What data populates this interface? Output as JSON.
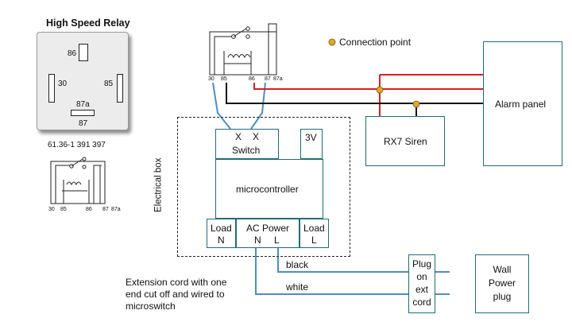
{
  "relay_card": {
    "title": "High Speed Relay",
    "pins": [
      "86",
      "30",
      "85",
      "87a",
      "87"
    ],
    "part_number": "61.36-1 391 397"
  },
  "small_schematic": {
    "pin_labels": [
      "30",
      "85",
      "86",
      "87",
      "87a"
    ]
  },
  "top_schematic": {
    "pin_labels": [
      "30",
      "85",
      "86",
      "87",
      "87a"
    ]
  },
  "legend": {
    "text": "Connection point",
    "dot_color": "#e0a72a"
  },
  "alarm_panel": {
    "label": "Alarm panel"
  },
  "siren": {
    "label": "RX7 Siren"
  },
  "electrical_box": {
    "label": "Electrical box"
  },
  "switch_block": {
    "x1": "X",
    "x2": "X",
    "label": "Switch"
  },
  "battery": {
    "label": "3V"
  },
  "microcontroller": {
    "label": "microcontroller"
  },
  "load_left": {
    "line1": "Load",
    "line2": "N"
  },
  "ac_power": {
    "line1": "AC Power",
    "n": "N",
    "l": "L"
  },
  "load_right": {
    "line1": "Load",
    "line2": "L"
  },
  "wires": {
    "black": "black",
    "white": "white"
  },
  "plug_ext": {
    "lines": [
      "Plug",
      "on",
      "ext",
      "cord"
    ]
  },
  "wall_plug": {
    "lines": [
      "Wall",
      "Power",
      "plug"
    ]
  },
  "note": {
    "lines": [
      "Extension cord with one",
      "end cut off and wired to",
      "microswitch"
    ]
  },
  "colors": {
    "red_wire": "#d62020",
    "black_wire": "#111111",
    "blue_wire": "#4a8fc8",
    "box_border": "#1c6e7a"
  }
}
